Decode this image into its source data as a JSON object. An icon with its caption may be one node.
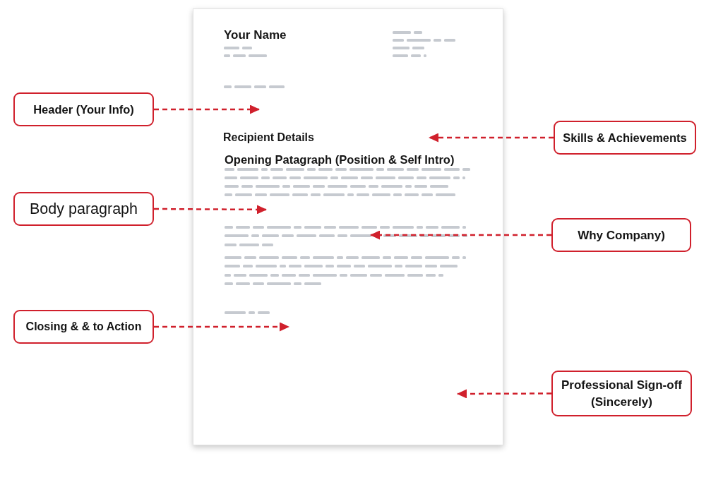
{
  "diagram": {
    "nodes": [
      {
        "text": [
          "Header (Your Info)"
        ]
      },
      {
        "text": [
          "Skills & Achievements"
        ]
      },
      {
        "text": [
          "Body paragraph"
        ]
      },
      {
        "text": [
          "Why Company)"
        ]
      },
      {
        "text": [
          "Closing & & to Action"
        ]
      },
      {
        "text": [
          "Professional Sign-off (Sincerely)"
        ]
      }
    ],
    "edges": [
      {
        "from": 0,
        "to": null,
        "arrow": "to",
        "style": "dashed"
      },
      {
        "from": 1,
        "to": null,
        "arrow": "to",
        "style": "dashed"
      },
      {
        "from": 2,
        "to": null,
        "arrow": "to",
        "style": "dashed"
      },
      {
        "from": 3,
        "to": null,
        "arrow": "to",
        "style": "dashed"
      },
      {
        "from": 4,
        "to": null,
        "arrow": "to",
        "style": "dashed"
      },
      {
        "from": 5,
        "to": null,
        "arrow": "to",
        "style": "dashed"
      }
    ],
    "labels": [
      "Your Name",
      "Recipient Details",
      "Opening Patagraph (Position & Self Intro)"
    ]
  }
}
